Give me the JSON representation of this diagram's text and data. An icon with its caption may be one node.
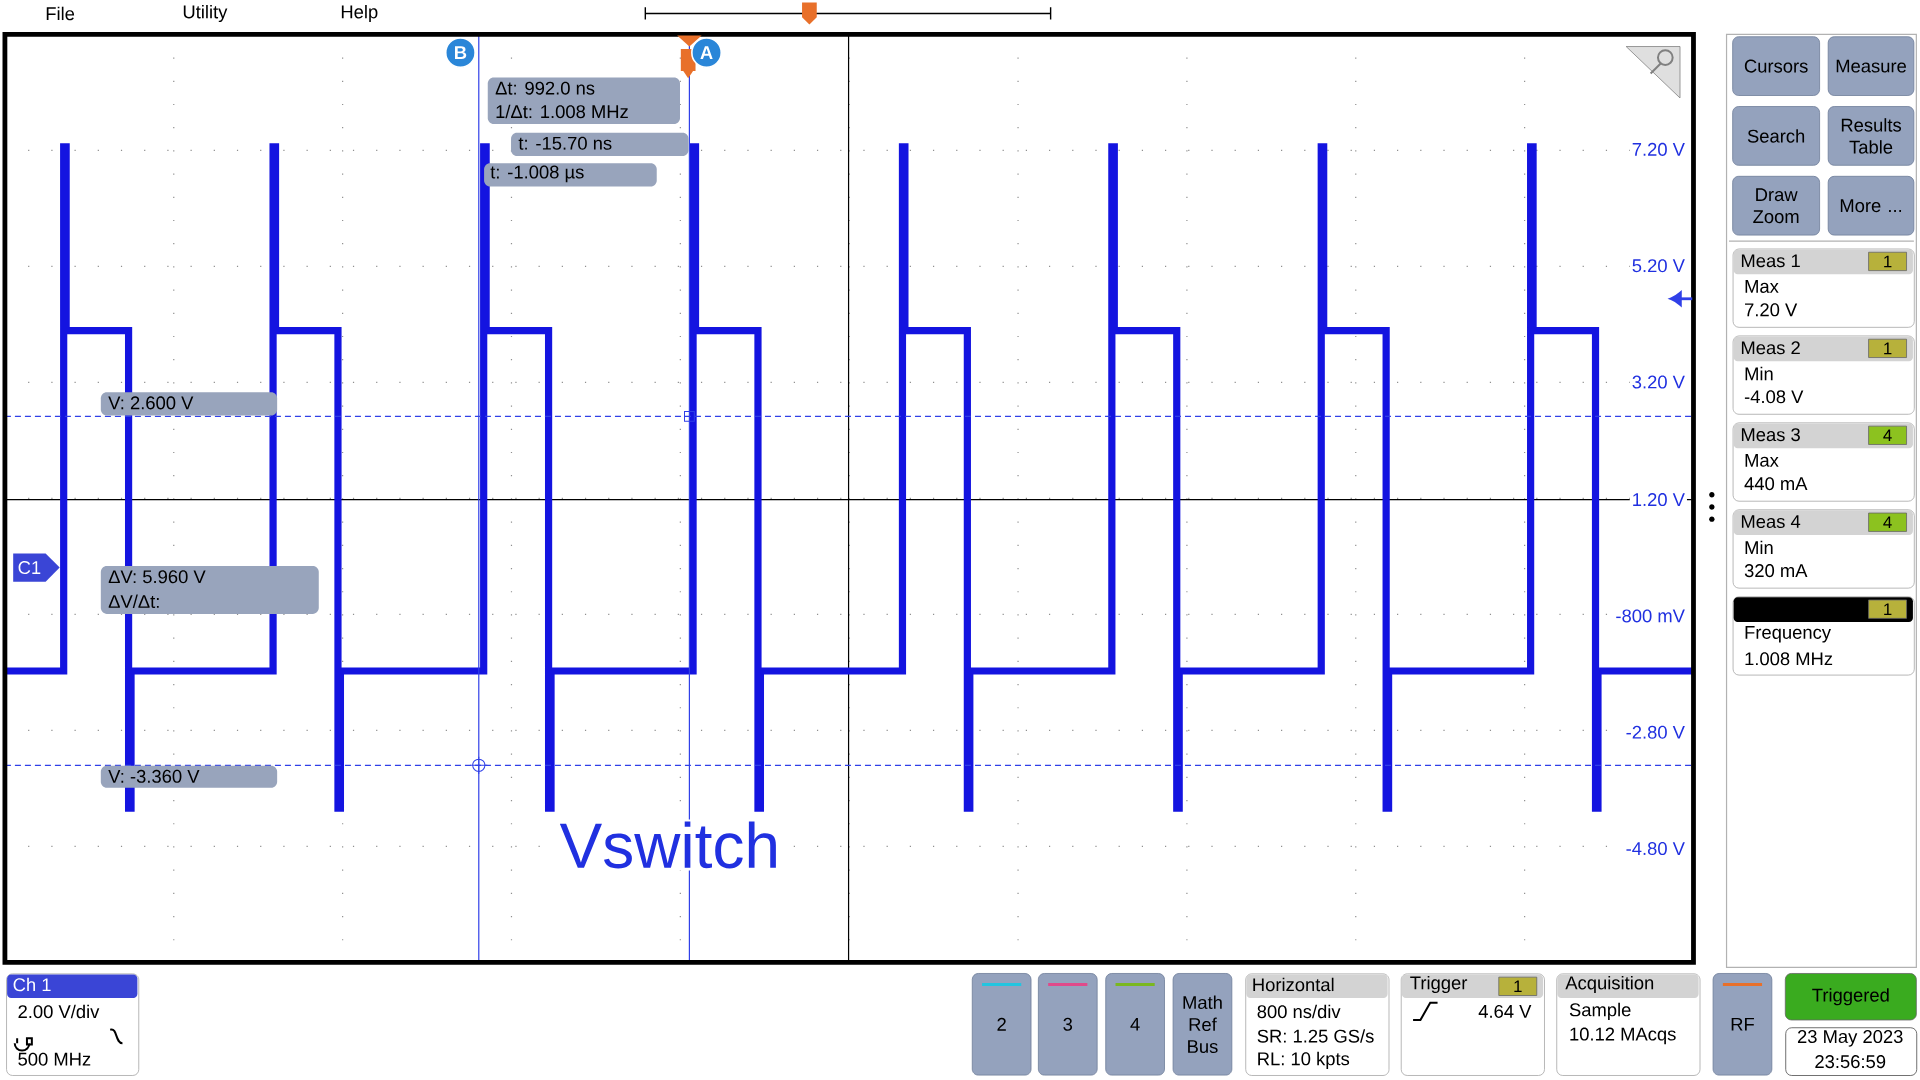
{
  "diagram": {
    "nodes": [
      {
        "text": [
          "Δt:   992.0 ns",
          "1/Δt: 1.008 MHz"
        ]
      },
      {
        "text": [
          "t:   -15.70 ns"
        ]
      },
      {
        "text": [
          "t:   -1.008 µs"
        ]
      },
      {
        "text": [
          "V:  2.600 V"
        ]
      },
      {
        "text": [
          "ΔV:      5.960 V",
          "ΔV/Δt:"
        ]
      },
      {
        "text": [
          "V:  -3.360 V"
        ]
      },
      {
        "text": [
          "C1"
        ]
      },
      {
        "text": [
          "B"
        ]
      },
      {
        "text": [
          "A"
        ]
      },
      {
        "text": [
          "Cursors"
        ]
      },
      {
        "text": [
          "Measure"
        ]
      },
      {
        "text": [
          "Search"
        ]
      },
      {
        "text": [
          "Results Table"
        ]
      },
      {
        "text": [
          "Draw Zoom"
        ]
      },
      {
        "text": [
          "More ..."
        ]
      },
      {
        "text": [
          "Meas 1",
          "Max",
          "7.20 V"
        ]
      },
      {
        "text": [
          "1"
        ],
        "in": 15
      },
      {
        "text": [
          "Meas 2",
          "Min",
          "-4.08 V"
        ]
      },
      {
        "text": [
          "1"
        ],
        "in": 17
      },
      {
        "text": [
          "Meas 3",
          "Max",
          "440 mA"
        ]
      },
      {
        "text": [
          "4"
        ],
        "in": 19
      },
      {
        "text": [
          "Meas 4",
          "Min",
          "320 mA"
        ]
      },
      {
        "text": [
          "4"
        ],
        "in": 21
      },
      {
        "text": [
          "Frequency",
          "1.008 MHz"
        ]
      },
      {
        "text": [
          "1"
        ],
        "in": 23
      },
      {
        "text": [
          "Ch 1",
          "2.00 V/div",
          "500 MHz"
        ]
      },
      {
        "text": [
          "2"
        ]
      },
      {
        "text": [
          "3"
        ]
      },
      {
        "text": [
          "4"
        ]
      },
      {
        "text": [
          "Math Ref Bus"
        ]
      },
      {
        "text": [
          "Horizontal",
          "800 ns/div",
          "SR: 1.25 GS/s",
          "RL: 10 kpts"
        ]
      },
      {
        "text": [
          "Trigger",
          "4.64 V"
        ]
      },
      {
        "text": [
          "1"
        ],
        "in": 31
      },
      {
        "text": [
          "Acquisition",
          "Sample",
          "10.12 MAcqs"
        ]
      },
      {
        "text": [
          "RF"
        ]
      },
      {
        "text": [
          "Triggered"
        ]
      },
      {
        "text": [
          "23 May 2023",
          "23:56:59"
        ]
      }
    ],
    "labels": [
      "File",
      "Utility",
      "Help",
      "7.20 V",
      "5.20 V",
      "3.20 V",
      "1.20 V",
      "-800 mV",
      "-2.80 V",
      "-4.80 V",
      "Vswitch"
    ]
  }
}
